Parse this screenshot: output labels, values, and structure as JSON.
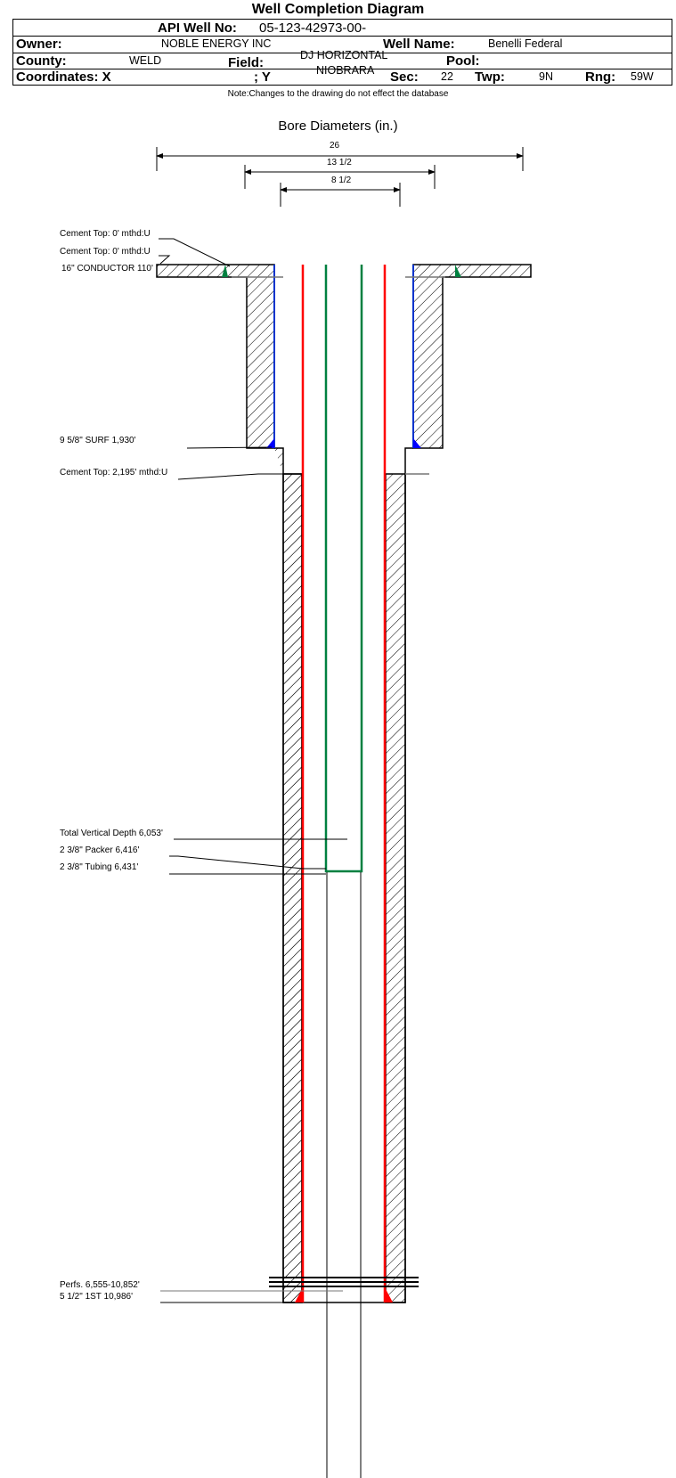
{
  "title": "Well Completion Diagram",
  "header": {
    "api_label": "API Well No:",
    "api_value": "05-123-42973-00-",
    "owner_label": "Owner:",
    "owner_value": "NOBLE ENERGY INC",
    "well_name_label": "Well Name:",
    "well_name_value": "Benelli Federal",
    "county_label": "County:",
    "county_value": "WELD",
    "field_label": "Field:",
    "field_value_1": "DJ HORIZONTAL",
    "field_value_2": "NIOBRARA",
    "pool_label": "Pool:",
    "coord_x_label": "Coordinates: X",
    "coord_y_label": "; Y",
    "sec_label": "Sec:",
    "sec_value": "22",
    "twp_label": "Twp:",
    "twp_value": "9N",
    "rng_label": "Rng:",
    "rng_value": "59W"
  },
  "note": "Note:Changes to the drawing do not effect the database",
  "bore_title": "Bore Diameters (in.)",
  "bore_diameters": [
    "26",
    "13 1/2",
    "8 1/2"
  ],
  "labels": {
    "cement_top_1": "Cement Top: 0' mthd:U",
    "cement_top_2": "Cement Top: 0' mthd:U",
    "conductor": "16\" CONDUCTOR  110'",
    "surf": "9 5/8\" SURF      1,930'",
    "cement_top_3": "Cement Top: 2,195' mthd:U",
    "tvd": "Total Vertical Depth 6,053'",
    "packer": "2 3/8\" Packer 6,416'",
    "tubing": "2 3/8\" Tubing 6,431'",
    "perfs": "Perfs. 6,555-10,852'",
    "prod": "5 1/2\" 1ST       10,986'"
  },
  "colors": {
    "production_casing": "#ff0000",
    "tubing": "#008040",
    "surface_casing": "#0000ff"
  }
}
